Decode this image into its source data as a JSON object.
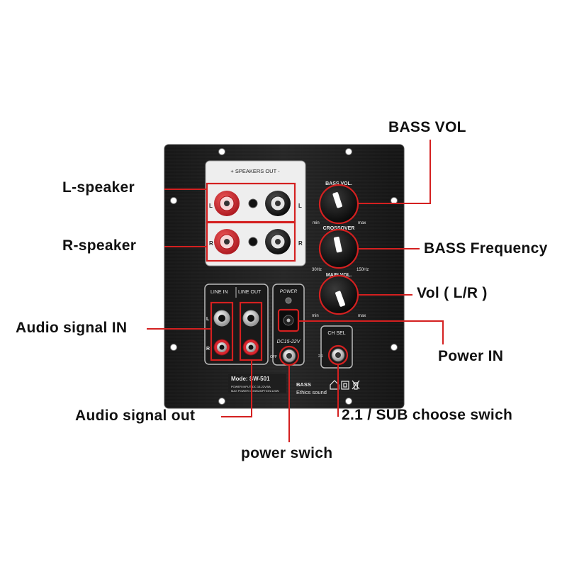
{
  "callouts": {
    "bass_vol": "BASS VOL",
    "l_speaker": "L-speaker",
    "r_speaker": "R-speaker",
    "bass_frequency": "BASS Frequency",
    "vol_lr": "Vol ( L/R )",
    "audio_in": "Audio signal IN",
    "power_in": "Power IN",
    "audio_out": "Audio  signal out",
    "ch_switch": "2.1 / SUB choose swich",
    "power_switch": "power swich"
  },
  "panel": {
    "speakers_out": "+ SPEAKERS OUT -",
    "side_l": "L",
    "side_r": "R",
    "line_in": "LINE IN",
    "line_out": "LINE OUT",
    "power": "POWER",
    "dc": "DC15-22V",
    "off": "OFF",
    "ch_sel": "CH SEL",
    "ch_21": "2.1",
    "model": "Mode: SW-501",
    "power_input": "POWER INPUT: DC 15-22V/5A",
    "max_power": "MAX POWER CONSUMPTION:120W",
    "bass": "BASS",
    "brand": "Ethics sound"
  },
  "knobs": {
    "bass_vol": {
      "title": "BASS VOL.",
      "min": "min",
      "max": "max"
    },
    "crossover": {
      "title": "CROSSOVER",
      "min": "30Hz",
      "max": "150Hz"
    },
    "main_vol": {
      "title": "MAIN VOL.",
      "min": "min",
      "max": "max"
    }
  },
  "colors": {
    "panel": "#1c1c1c",
    "highlight": "#d42020",
    "terminal_red": "#d8262e",
    "label_bg": "#f2f2f2"
  }
}
